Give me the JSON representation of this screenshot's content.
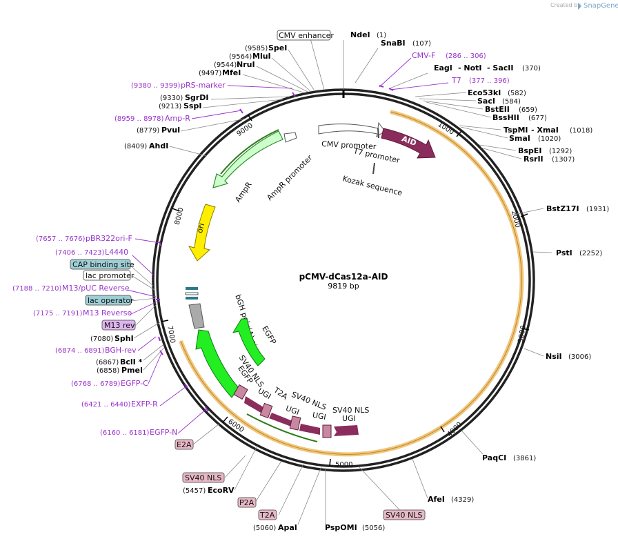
{
  "watermark": {
    "created_by": "Created by",
    "brand": "SnapGene"
  },
  "plasmid": {
    "name": "pCMV-dCas12a-AID",
    "size": "9819 bp"
  },
  "ticks": [
    "1000",
    "2000",
    "3000",
    "4000",
    "5000",
    "6000",
    "7000",
    "8000",
    "9000"
  ],
  "features": {
    "cmv_promoter": "CMV promoter",
    "t7_promoter": "T7 promoter",
    "kozak": "Kozak sequence",
    "aid": "AID",
    "ampr": "AmpR",
    "ampr_promoter": "AmpR promoter",
    "ori": "ori",
    "bgh": "bGH poly(A) signal",
    "egfp_inner": "EGFP",
    "egfp_outer": "EGFP",
    "sv40_nls_1": "SV40 NLS",
    "sv40_nls_2": "SV40 NLS",
    "sv40_nls_3": "SV40 NLS",
    "ugi_1": "UGI",
    "ugi_2": "UGI",
    "ugi_3": "UGI",
    "ugi_4": "UGI",
    "t2a": "T2A"
  },
  "boxed_labels": {
    "cmv_enhancer": "CMV enhancer",
    "cap_binding_site": "CAP binding site",
    "lac_promoter": "lac promoter",
    "lac_operator": "lac operator",
    "m13_rev": "M13 rev",
    "e2a": "E2A",
    "sv40_nls_a": "SV40 NLS",
    "p2a": "P2A",
    "t2a": "T2A",
    "sv40_nls_b": "SV40 NLS"
  },
  "enzymes_right": [
    {
      "name": "NdeI",
      "pos": "(1)"
    },
    {
      "name": "SnaBI",
      "pos": "(107)"
    },
    {
      "name": "EagI",
      "pos": ""
    },
    {
      "name": "- NotI",
      "pos": ""
    },
    {
      "name": "- SacII",
      "pos": "(370)"
    },
    {
      "name": "Eco53kI",
      "pos": "(582)"
    },
    {
      "name": "SacI",
      "pos": "(584)"
    },
    {
      "name": "BstEII",
      "pos": "(659)"
    },
    {
      "name": "BssHII",
      "pos": "(677)"
    },
    {
      "name": "TspMI",
      "pos": ""
    },
    {
      "name": "- XmaI",
      "pos": "(1018)"
    },
    {
      "name": "SmaI",
      "pos": "(1020)"
    },
    {
      "name": "BspEI",
      "pos": "(1292)"
    },
    {
      "name": "RsrII",
      "pos": "(1307)"
    },
    {
      "name": "BstZ17I",
      "pos": "(1931)"
    },
    {
      "name": "PstI",
      "pos": "(2252)"
    },
    {
      "name": "NsiI",
      "pos": "(3006)"
    },
    {
      "name": "PaqCI",
      "pos": "(3861)"
    },
    {
      "name": "AfeI",
      "pos": "(4329)"
    },
    {
      "name": "PspOMI",
      "pos": "(5056)"
    }
  ],
  "enzymes_left": [
    {
      "name": "SpeI",
      "pos": "(9585)"
    },
    {
      "name": "MluI",
      "pos": "(9564)"
    },
    {
      "name": "NruI",
      "pos": "(9544)"
    },
    {
      "name": "MfeI",
      "pos": "(9497)"
    },
    {
      "name": "SgrDI",
      "pos": "(9330)"
    },
    {
      "name": "SspI",
      "pos": "(9213)"
    },
    {
      "name": "PvuI",
      "pos": "(8779)"
    },
    {
      "name": "AhdI",
      "pos": "(8409)"
    },
    {
      "name": "SphI",
      "pos": "(7080)"
    },
    {
      "name": "BclI *",
      "pos": "(6867)"
    },
    {
      "name": "PmeI",
      "pos": "(6858)"
    },
    {
      "name": "EcoRV",
      "pos": "(5457)"
    },
    {
      "name": "ApaI",
      "pos": "(5060)"
    }
  ],
  "primers": [
    {
      "name": "CMV-F",
      "range": "(286 .. 306)"
    },
    {
      "name": "T7",
      "range": "(377 .. 396)"
    },
    {
      "name": "pRS-marker",
      "range": "(9380 .. 9399)"
    },
    {
      "name": "Amp-R",
      "range": "(8959 .. 8978)"
    },
    {
      "name": "pBR322ori-F",
      "range": "(7657 .. 7676)"
    },
    {
      "name": "L4440",
      "range": "(7406 .. 7423)"
    },
    {
      "name": "M13/pUC Reverse",
      "range": "(7188 .. 7210)"
    },
    {
      "name": "M13 Reverse",
      "range": "(7175 .. 7191)"
    },
    {
      "name": "BGH-rev",
      "range": "(6874 .. 6891)"
    },
    {
      "name": "EGFP-C",
      "range": "(6768 .. 6789)"
    },
    {
      "name": "EXFP-R",
      "range": "(6421 .. 6440)"
    },
    {
      "name": "EGFP-N",
      "range": "(6160 .. 6181)"
    }
  ],
  "colors": {
    "backbone": "#333333",
    "aid": "#8b2d5c",
    "egfp": "#22ee22",
    "ori": "#ffee00",
    "ampr": "#ccffcc",
    "orange_band": "#f2c67a",
    "primer": "#9933cc",
    "box_blue": "#9fcfd6",
    "box_pink": "#e8b8c6",
    "box_purple": "#e0b4ef"
  }
}
